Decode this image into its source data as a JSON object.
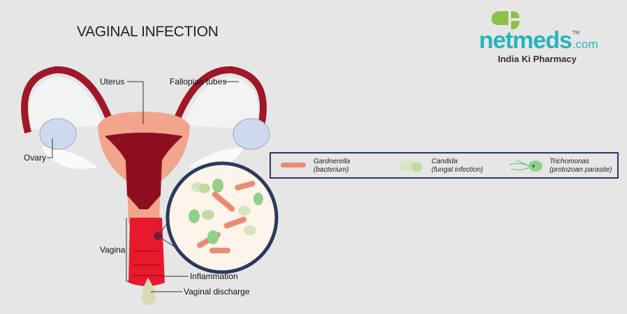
{
  "title": "VAGINAL INFECTION",
  "logo": {
    "word": "netmeds",
    "suffix": ".com",
    "tm": "TM",
    "tagline": "India Ki Pharmacy",
    "green": "#8cc04b",
    "teal": "#26b5c0"
  },
  "labels": {
    "uterus": "Uterus",
    "fallopian_tubes": "Fallopian tubes",
    "ovary": "Ovary",
    "vagina": "Vagina",
    "inflammation": "Inflammation",
    "vaginal_discharge": "Vaginal discharge"
  },
  "legend": [
    {
      "name": "Gardnerella",
      "desc": "(bacterium)",
      "icon": "rod-bacterium-icon"
    },
    {
      "name": "Candida",
      "desc": "(fungal infection)",
      "icon": "yeast-cell-icon"
    },
    {
      "name": "Trichomonas",
      "desc": "(protozoan parasite)",
      "icon": "flagellate-icon"
    }
  ]
}
